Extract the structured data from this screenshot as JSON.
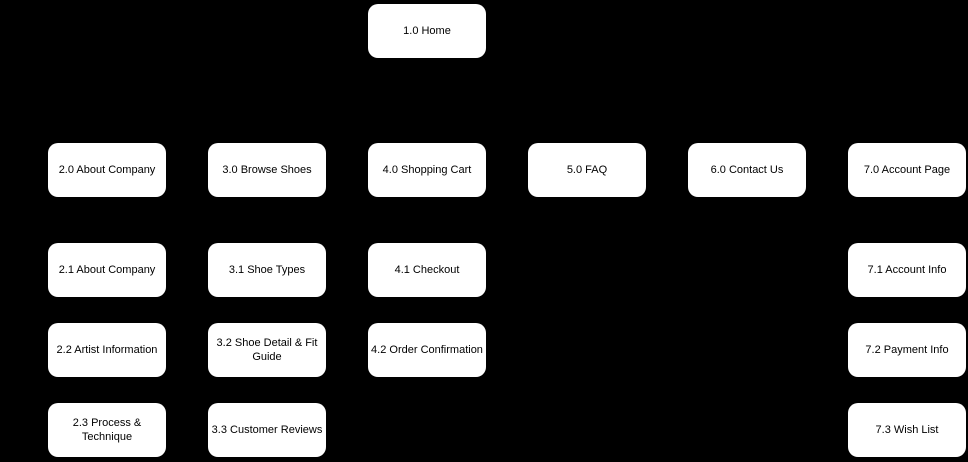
{
  "sitemap": {
    "home": {
      "label": "1.0 Home"
    },
    "sections": [
      {
        "label": "2.0 About Company",
        "children": [
          {
            "label": "2.1 About Company"
          },
          {
            "label": "2.2 Artist Information"
          },
          {
            "label": "2.3  Process & Technique"
          }
        ]
      },
      {
        "label": "3.0 Browse Shoes",
        "children": [
          {
            "label": "3.1 Shoe Types"
          },
          {
            "label": "3.2 Shoe Detail & Fit Guide"
          },
          {
            "label": "3.3 Customer Reviews"
          }
        ]
      },
      {
        "label": "4.0 Shopping Cart",
        "children": [
          {
            "label": "4.1 Checkout"
          },
          {
            "label": "4.2 Order Confirmation"
          }
        ]
      },
      {
        "label": "5.0 FAQ",
        "children": []
      },
      {
        "label": "6.0 Contact Us",
        "children": []
      },
      {
        "label": "7.0 Account Page",
        "children": [
          {
            "label": "7.1 Account Info"
          },
          {
            "label": "7.2 Payment Info"
          },
          {
            "label": "7.3 Wish List"
          }
        ]
      }
    ],
    "colors": {
      "background": "#000000",
      "node_background": "#ffffff",
      "node_text": "#000000"
    }
  }
}
